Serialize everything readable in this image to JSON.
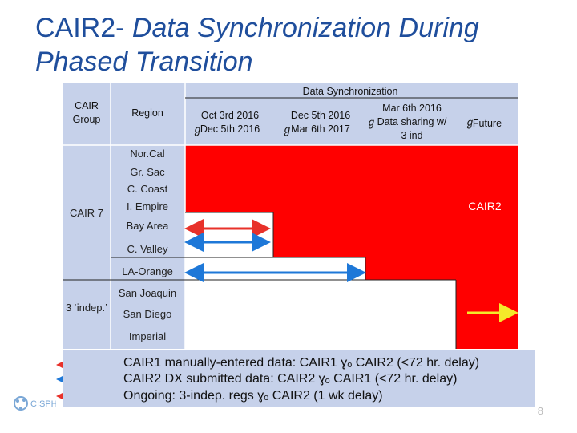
{
  "title": {
    "part1": "CAIR2- ",
    "part2": "Data Synchronization During",
    "line2": "Phased Transition"
  },
  "table": {
    "header_span": "Data Synchronization",
    "col_group": "CAIR Group",
    "col_region": "Region",
    "col_p1": [
      "Oct 3rd 2016",
      "Dec 5th 2016"
    ],
    "col_p2": [
      "Dec 5th 2016",
      "Mar 6th 2017"
    ],
    "col_p3": [
      "Mar 6th 2016",
      "Data sharing w/",
      "3 ind"
    ],
    "col_p4": "Future",
    "arrow_glyph": "ℊ",
    "groups": [
      {
        "label": "CAIR 7",
        "regions": [
          "Nor.Cal",
          "Gr. Sac",
          "C. Coast",
          "I. Empire",
          "Bay Area",
          "C. Valley",
          "LA-Orange"
        ]
      },
      {
        "label": "3 ‘indep.’",
        "regions": [
          "San Joaquin",
          "San Diego",
          "Imperial"
        ]
      }
    ],
    "red_label": "CAIR2"
  },
  "legend": [
    {
      "color": "#e8312a",
      "text": "CAIR1 manually-entered data: CAIR1 ɣₒ CAIR2 (<72 hr. delay)"
    },
    {
      "color": "#1e78d8",
      "text": "CAIR2 DX submitted data: CAIR2 ɣₒ CAIR1 (<72 hr. delay)"
    },
    {
      "color": "#f4ea2a",
      "text": "Ongoing: 3-indep. regs ɣₒ CAIR2 (1 wk delay)"
    }
  ],
  "page_number": "8",
  "logo_text": "CISPH",
  "colors": {
    "title": "#1f4e9c",
    "grid": "#c6d1ea",
    "red": "#ff0000",
    "blue": "#1e78d8",
    "yellow": "#f4ea2a"
  }
}
